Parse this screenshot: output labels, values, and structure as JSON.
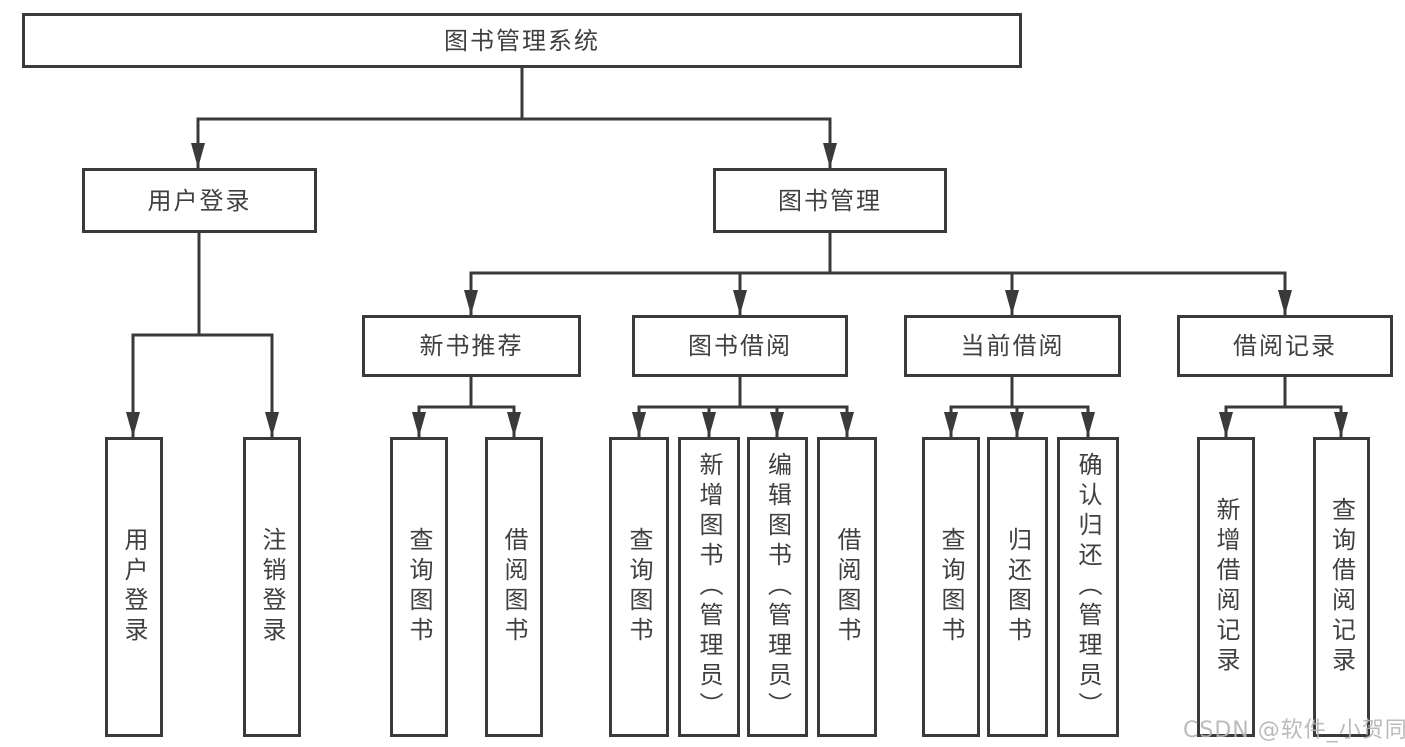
{
  "tree": {
    "root": {
      "label": "图书管理系统",
      "children": [
        {
          "label": "用户登录",
          "children": [
            {
              "label": "用户登录"
            },
            {
              "label": "注销登录"
            }
          ]
        },
        {
          "label": "图书管理",
          "children": [
            {
              "label": "新书推荐",
              "children": [
                {
                  "label": "查询图书"
                },
                {
                  "label": "借阅图书"
                }
              ]
            },
            {
              "label": "图书借阅",
              "children": [
                {
                  "label": "查询图书"
                },
                {
                  "label": "新增图书（管理员）"
                },
                {
                  "label": "编辑图书（管理员）"
                },
                {
                  "label": "借阅图书"
                }
              ]
            },
            {
              "label": "当前借阅",
              "children": [
                {
                  "label": "查询图书"
                },
                {
                  "label": "归还图书"
                },
                {
                  "label": "确认归还（管理员）"
                }
              ]
            },
            {
              "label": "借阅记录",
              "children": [
                {
                  "label": "新增借阅记录"
                },
                {
                  "label": "查询借阅记录"
                }
              ]
            }
          ]
        }
      ]
    }
  },
  "watermark": {
    "text": "CSDN @软件_小贺同学"
  },
  "colors": {
    "line": "#3a3a3a",
    "node_text": "#404040",
    "node_background": "#ffffff",
    "watermark_text": "#b4b4b4",
    "page_background": "#ffffff"
  }
}
